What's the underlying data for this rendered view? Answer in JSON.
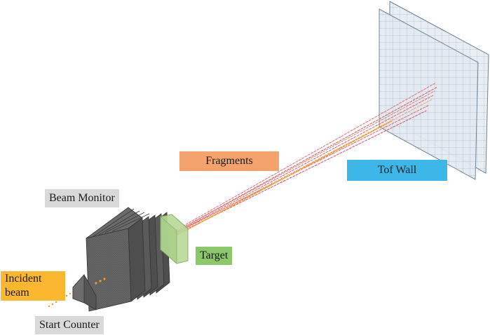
{
  "labels": {
    "fragments": "Fragments",
    "tof_wall": "Tof Wall",
    "beam_monitor": "Beam Monitor",
    "target": "Target",
    "incident_beam_line1": "Incident",
    "incident_beam_line2": "beam",
    "start_counter": "Start Counter"
  },
  "colors": {
    "fragments_label": "#f3a36b",
    "tof_wall_label": "#3db7e8",
    "gray_label": "#d9d9d9",
    "target_label": "#8cc76a",
    "incident_label": "#fbb730",
    "detector_dark": "#5a5a5a",
    "target_fill": "#b9d99a",
    "wall_fill": "#e6ecf3",
    "wall_grid": "#8a9bb0",
    "fragment_tracks": "#e0606a",
    "beam_dots": "#f39a2a"
  }
}
